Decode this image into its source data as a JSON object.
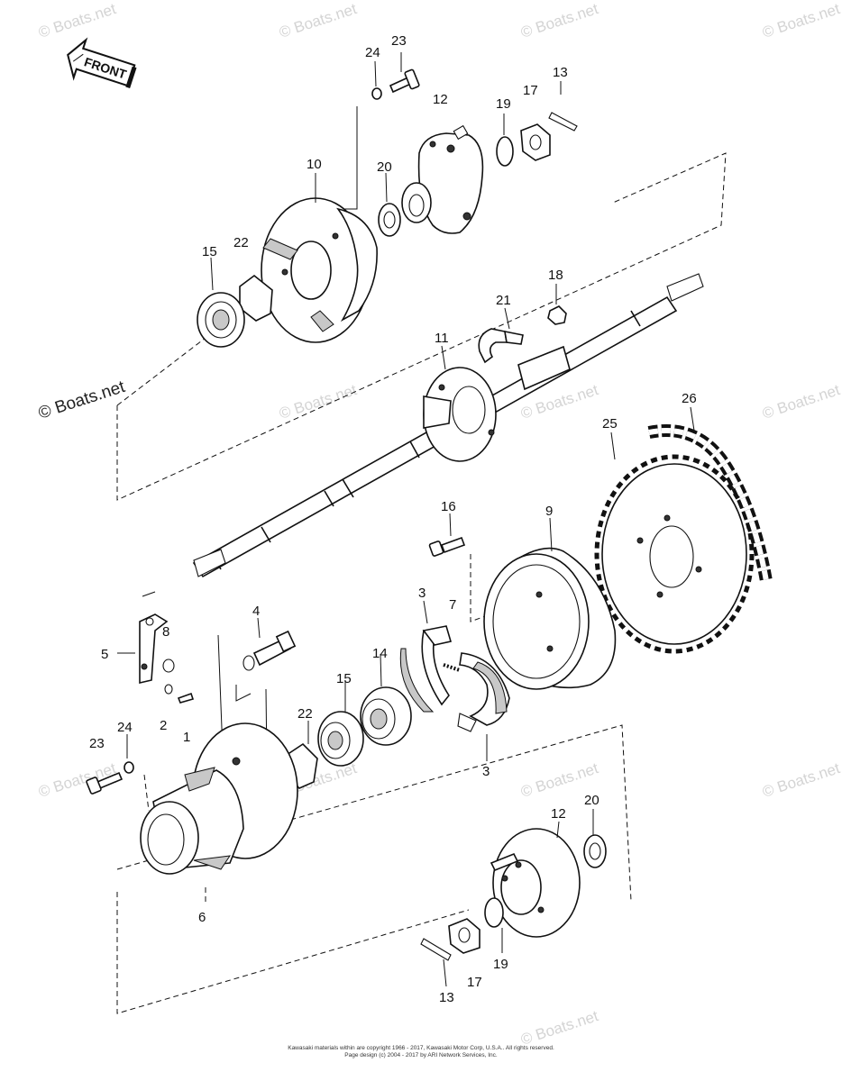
{
  "badge": {
    "front_label": "FRONT"
  },
  "watermarks": [
    "© Boats.net",
    "© Boats.net",
    "© Boats.net",
    "© Boats.net",
    "© Boats.net",
    "© Boats.net",
    "© Boats.net",
    "© Boats.net",
    "© Boats.net",
    "© Boats.net",
    "© Boats.net",
    "© Boats.net"
  ],
  "watermark_main": "© Boats.net",
  "callouts": {
    "c24a": "24",
    "c23a": "23",
    "c12a": "12",
    "c19a": "19",
    "c17a": "17",
    "c13a": "13",
    "c10": "10",
    "c20a": "20",
    "c22a": "22",
    "c15a": "15",
    "c18": "18",
    "c21": "21",
    "c11": "11",
    "c26": "26",
    "c25": "25",
    "c16": "16",
    "c9": "9",
    "c8": "8",
    "c4": "4",
    "c3a": "3",
    "c7": "7",
    "c5": "5",
    "c14": "14",
    "c15b": "15",
    "c22b": "22",
    "c24b": "24",
    "c2": "2",
    "c1": "1",
    "c23b": "23",
    "c3b": "3",
    "c20b": "20",
    "c12b": "12",
    "c6": "6",
    "c19b": "19",
    "c17b": "17",
    "c13b": "13"
  },
  "footer": {
    "line1": "Kawasaki materials within are copyright 1966 - 2017, Kawasaki Motor Corp, U.S.A.. All rights reserved.",
    "line2": "Page design (c) 2004 - 2017 by ARI Network Services, Inc."
  }
}
